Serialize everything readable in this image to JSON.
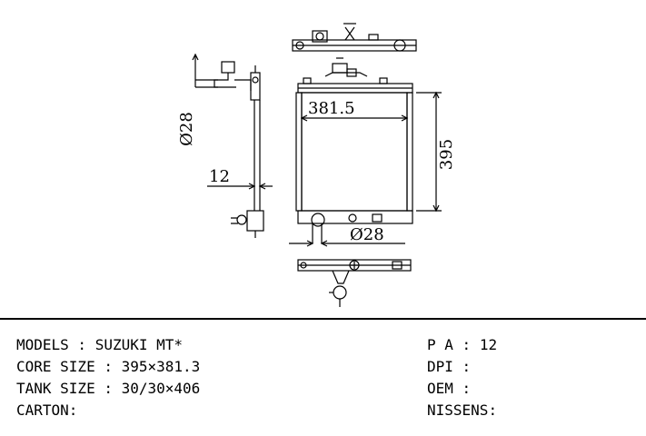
{
  "drawing": {
    "dims": {
      "width": "381.5",
      "height": "395",
      "pipe_bottom": "Ø28",
      "pipe_side": "Ø28",
      "thickness": "12"
    }
  },
  "specs": {
    "left": [
      {
        "label": "MODELS",
        "value": "SUZUKI MT*"
      },
      {
        "label": "CORE SIZE",
        "value": "395×381.3"
      },
      {
        "label": "TANK SIZE",
        "value": "30/30×406"
      },
      {
        "label": "CARTON",
        "value": ""
      }
    ],
    "right": [
      {
        "label": "P A",
        "value": "12"
      },
      {
        "label": "DPI",
        "value": ""
      },
      {
        "label": "OEM",
        "value": ""
      },
      {
        "label": "NISSENS",
        "value": ""
      }
    ]
  }
}
